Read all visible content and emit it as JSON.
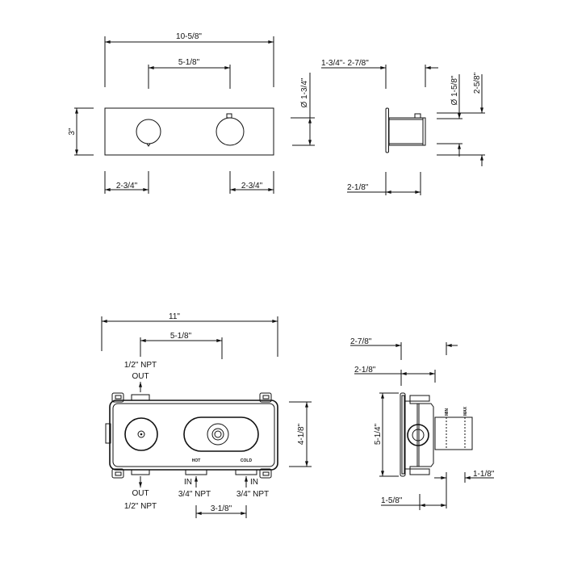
{
  "front_view": {
    "overall_width": "10-5/8\"",
    "handle_spacing": "5-1/8\"",
    "height": "3\"",
    "left_offset": "2-3/4\"",
    "right_offset": "2-3/4\""
  },
  "side_view": {
    "wall_depth_range": "1-3/4\"- 2-7/8\"",
    "handle_diameter": "1-3/4\"",
    "trim_diameter": "1-5/8\"",
    "trim_height": "2-5/8\"",
    "handle_depth": "2-1/8\"",
    "diameter_symbol": "Ø"
  },
  "valve_front": {
    "overall_width": "11\"",
    "outlet_spacing": "5-1/8\"",
    "height": "4-1/8\"",
    "inlet_spacing": "3-1/8\"",
    "top_outlet": {
      "size": "1/2\" NPT",
      "label": "OUT"
    },
    "bottom_outlet": {
      "label": "OUT",
      "size": "1/2\" NPT"
    },
    "hot_inlet": {
      "marker": "HOT",
      "label": "IN",
      "size": "3/4\" NPT"
    },
    "cold_inlet": {
      "marker": "COLD",
      "label": "IN",
      "size": "3/4\" NPT"
    }
  },
  "valve_side": {
    "max_depth": "2-7/8\"",
    "body_depth": "2-1/8\"",
    "height": "5-1/4\"",
    "adjust_range": "1-1/8\"",
    "min_depth": "1-5/8\"",
    "min_label": "MIN",
    "max_label": "MAX"
  }
}
